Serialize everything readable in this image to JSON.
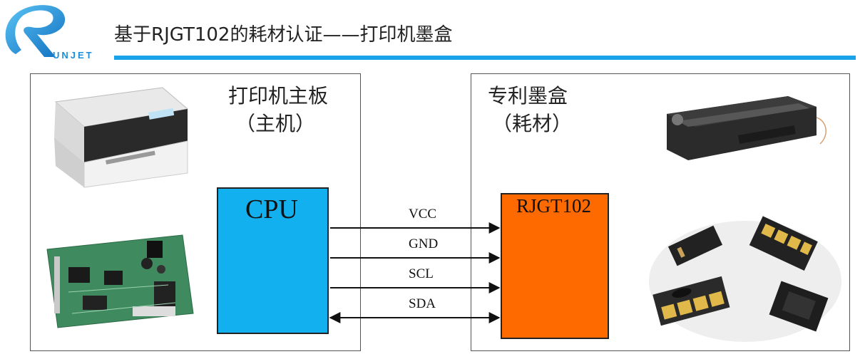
{
  "header": {
    "logo_text": "UNJET",
    "title": "基于RJGT102的耗材认证——打印机墨盒"
  },
  "host": {
    "title_line1": "打印机主板",
    "title_line2": "（主机）",
    "cpu_label": "CPU"
  },
  "consumable": {
    "title_line1": "专利墨盒",
    "title_line2": "（耗材）",
    "chip_label": "RJGT102"
  },
  "signals": [
    {
      "label": "VCC",
      "direction": "host-to-device"
    },
    {
      "label": "GND",
      "direction": "host-to-device"
    },
    {
      "label": "SCL",
      "direction": "host-to-device"
    },
    {
      "label": "SDA",
      "direction": "bidirectional"
    }
  ],
  "colors": {
    "accent": "#1aa3e8",
    "cpu": "#13b0ef",
    "chip": "#ff6a00"
  }
}
